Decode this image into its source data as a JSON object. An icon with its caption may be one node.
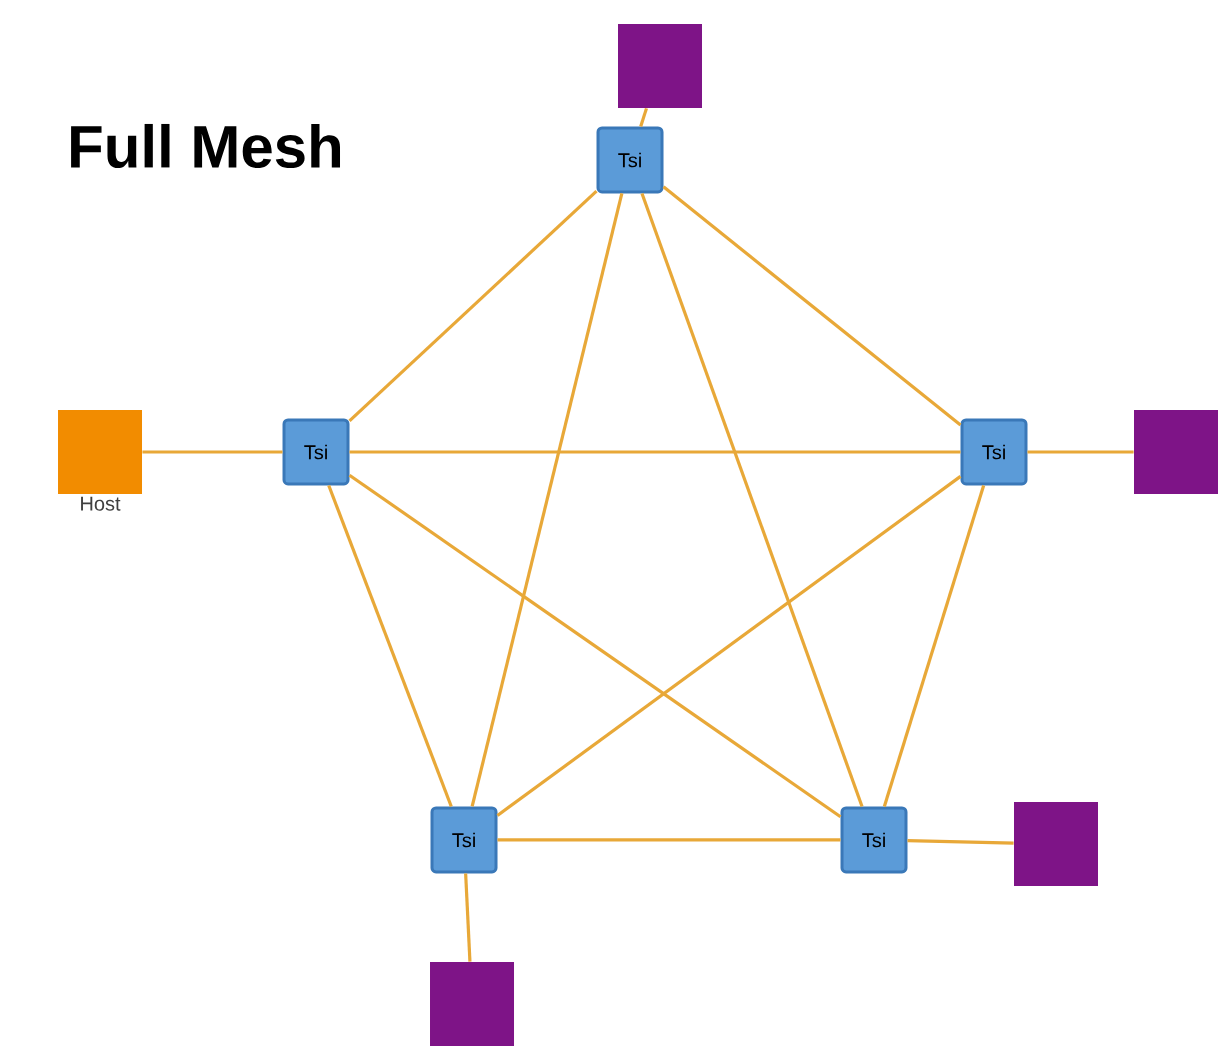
{
  "diagram": {
    "title": "Full Mesh",
    "nodes": [
      {
        "text": [],
        "shape": "box"
      },
      {
        "text": [
          "Tsi"
        ]
      },
      {
        "text": [
          "Host"
        ]
      },
      {
        "text": [
          "Tsi"
        ]
      },
      {
        "text": [
          "Tsi"
        ]
      },
      {
        "text": [],
        "shape": "box"
      },
      {
        "text": [
          "Tsi"
        ]
      },
      {
        "text": [
          "Tsi"
        ]
      },
      {
        "text": [],
        "shape": "box"
      },
      {
        "text": [],
        "shape": "box"
      }
    ],
    "edges": [
      {
        "from": 0,
        "to": 1,
        "arrow": "none"
      },
      {
        "from": 2,
        "to": 3,
        "arrow": "none"
      },
      {
        "from": 4,
        "to": 5,
        "arrow": "none"
      },
      {
        "from": 7,
        "to": 8,
        "arrow": "none"
      },
      {
        "from": 6,
        "to": 9,
        "arrow": "none"
      },
      {
        "from": 1,
        "to": 3,
        "arrow": "none"
      },
      {
        "from": 1,
        "to": 4,
        "arrow": "none"
      },
      {
        "from": 1,
        "to": 6,
        "arrow": "none"
      },
      {
        "from": 1,
        "to": 7,
        "arrow": "none"
      },
      {
        "from": 3,
        "to": 4,
        "arrow": "none"
      },
      {
        "from": 3,
        "to": 6,
        "arrow": "none"
      },
      {
        "from": 3,
        "to": 7,
        "arrow": "none"
      },
      {
        "from": 4,
        "to": 6,
        "arrow": "none"
      },
      {
        "from": 4,
        "to": 7,
        "arrow": "none"
      },
      {
        "from": 6,
        "to": 7,
        "arrow": "none"
      }
    ]
  }
}
